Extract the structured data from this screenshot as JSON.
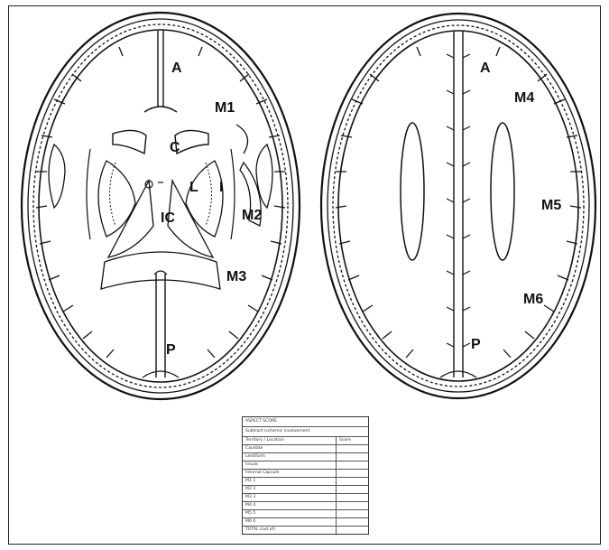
{
  "left_slice": {
    "labels": {
      "A": "A",
      "M1": "M1",
      "C": "C",
      "L": "L",
      "I": "I",
      "IC": "IC",
      "M2": "M2",
      "M3": "M3",
      "P": "P"
    }
  },
  "right_slice": {
    "labels": {
      "A": "A",
      "M4": "M4",
      "M5": "M5",
      "M6": "M6",
      "P": "P"
    }
  },
  "scale_table": {
    "title": "ASPECT SCORE",
    "subtitle": "Subtract ischemic involvement",
    "header": {
      "region": "Territory / Location",
      "score": "Score"
    },
    "rows": [
      {
        "region": "Caudate",
        "score": ""
      },
      {
        "region": "Lentiform",
        "score": ""
      },
      {
        "region": "Insula",
        "score": ""
      },
      {
        "region": "Internal Capsule",
        "score": ""
      },
      {
        "region": "M1 1",
        "score": ""
      },
      {
        "region": "M2 2",
        "score": ""
      },
      {
        "region": "M3 3",
        "score": ""
      },
      {
        "region": "M4 4",
        "score": ""
      },
      {
        "region": "M5 5",
        "score": ""
      },
      {
        "region": "M6 6",
        "score": ""
      },
      {
        "region": "TOTAL (out of)",
        "score": ""
      }
    ]
  }
}
